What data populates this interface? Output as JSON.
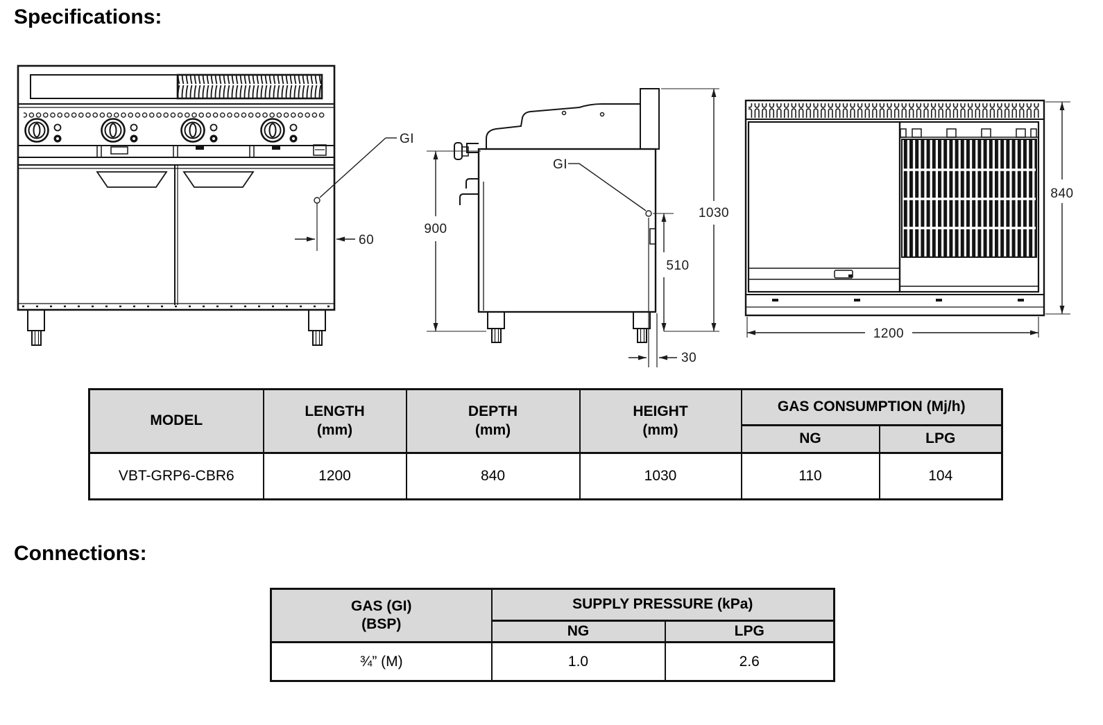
{
  "page": {
    "specifications_heading": "Specifications:",
    "connections_heading": "Connections:"
  },
  "colors": {
    "table_header_bg": "#d9d9d9",
    "drawing_line": "#141414",
    "text": "#000000"
  },
  "drawings": {
    "front_view": {
      "gas_inlet_label": "GI",
      "gas_inlet_offset_mm": "60"
    },
    "side_view": {
      "gas_inlet_label": "GI",
      "work_height_mm": "900",
      "overall_height_mm": "1030",
      "gas_inlet_height_mm": "510",
      "gas_inlet_rear_offset_mm": "30"
    },
    "top_view": {
      "depth_mm": "840",
      "length_mm": "1200"
    }
  },
  "spec_table": {
    "headers": {
      "model": "MODEL",
      "length_label": "LENGTH",
      "length_unit": "(mm)",
      "depth_label": "DEPTH",
      "depth_unit": "(mm)",
      "height_label": "HEIGHT",
      "height_unit": "(mm)",
      "gas_consumption": "GAS CONSUMPTION (Mj/h)",
      "ng": "NG",
      "lpg": "LPG"
    },
    "rows": [
      {
        "model": "VBT-GRP6-CBR6",
        "length": "1200",
        "depth": "840",
        "height": "1030",
        "ng": "110",
        "lpg": "104"
      }
    ]
  },
  "connections_table": {
    "headers": {
      "gas_label": "GAS (GI)",
      "gas_unit": "(BSP)",
      "supply_pressure": "SUPPLY PRESSURE (kPa)",
      "ng": "NG",
      "lpg": "LPG"
    },
    "rows": [
      {
        "gas": "¾” (M)",
        "ng": "1.0",
        "lpg": "2.6"
      }
    ]
  }
}
